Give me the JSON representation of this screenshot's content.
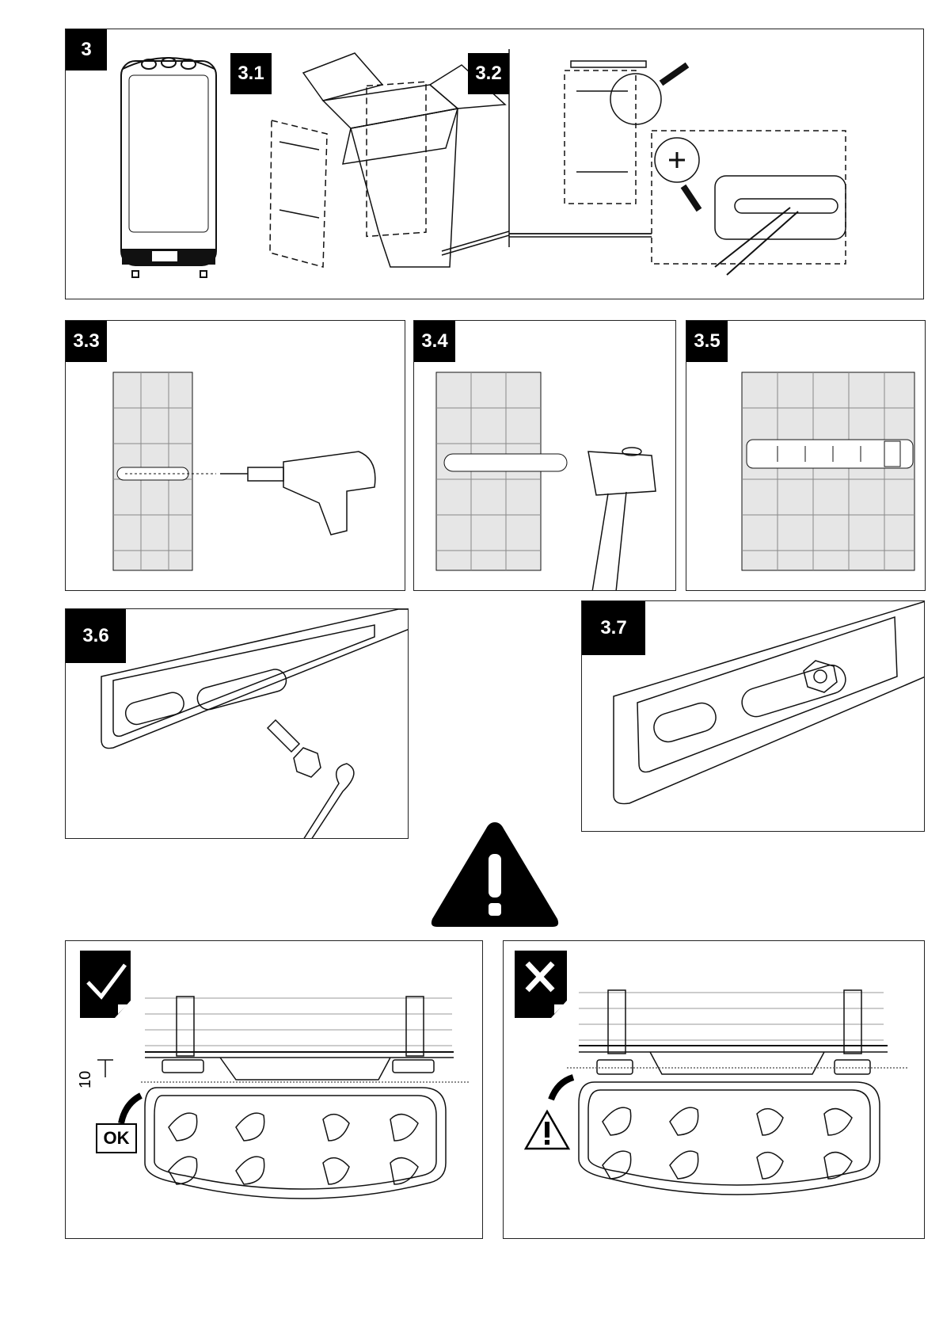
{
  "steps": {
    "s3": "3",
    "s31": "3.1",
    "s32": "3.2",
    "s33": "3.3",
    "s34": "3.4",
    "s35": "3.5",
    "s36": "3.6",
    "s37": "3.7"
  },
  "warning": {
    "correct_dimension": "10",
    "ok_label": "OK"
  },
  "icons": {
    "warning": "warning-triangle-icon",
    "correct": "checkmark-icon",
    "incorrect": "cross-icon"
  },
  "colors": {
    "ink": "#000000",
    "tile_fill": "#e6e6e6"
  }
}
